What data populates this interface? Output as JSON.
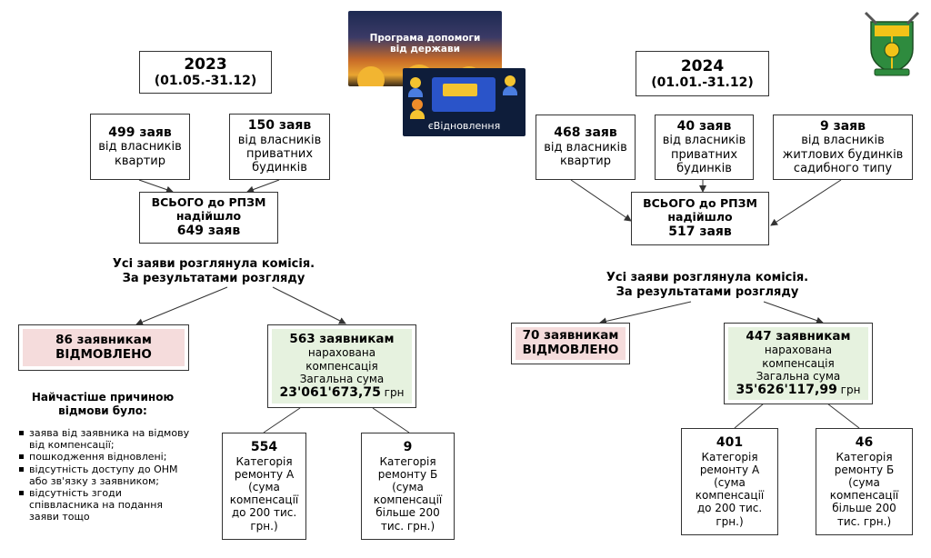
{
  "y2023": {
    "year": "2023",
    "period": "(01.05.-31.12)",
    "src1": {
      "count": "499 заяв",
      "text": "від власників квартир"
    },
    "src2": {
      "count": "150 заяв",
      "text": "від власників приватних будинків"
    },
    "total": {
      "l1": "ВСЬОГО до РПЗМ",
      "l2": "надійшло",
      "l3": "649 заяв"
    },
    "review": {
      "l1": "Усі заяви розглянула комісія.",
      "l2": "За результатами розгляду"
    },
    "denied": {
      "l1": "86 заявникам",
      "l2": "ВІДМОВЛЕНО"
    },
    "granted": {
      "l1": "563 заявникам",
      "l2": "нарахована",
      "l3": "компенсація",
      "l4": "Загальна сума",
      "amount": "23'061'673,75",
      "unit": "грн"
    },
    "catA": {
      "count": "554",
      "l1": "Категорія",
      "l2": "ремонту А",
      "l3": "(сума",
      "l4": "компенсації",
      "l5": "до 200 тис.",
      "l6": "грн.)"
    },
    "catB": {
      "count": "9",
      "l1": "Категорія",
      "l2": "ремонту Б",
      "l3": "(сума",
      "l4": "компенсації",
      "l5": "більше 200",
      "l6": "тис. грн.)"
    },
    "reasons_title": {
      "l1": "Найчастіше причиною",
      "l2": "відмови було:"
    },
    "reasons": [
      "заява від заявника на відмову від компенсації;",
      "пошкодження відновлені;",
      "відсутність доступу до ОНМ або зв'язку з заявником;",
      "відсутність згоди співвласника на подання заяви тощо"
    ]
  },
  "y2024": {
    "year": "2024",
    "period": "(01.01.-31.12)",
    "src1": {
      "count": "468 заяв",
      "text": "від власників квартир"
    },
    "src2": {
      "count": "40 заяв",
      "text": "від власників приватних будинків"
    },
    "src3": {
      "count": "9 заяв",
      "text": "від власників житлових будинків садибного типу"
    },
    "total": {
      "l1": "ВСЬОГО до РПЗМ",
      "l2": "надійшло",
      "l3": "517 заяв"
    },
    "review": {
      "l1": "Усі заяви розглянула комісія.",
      "l2": "За результатами розгляду"
    },
    "denied": {
      "l1": "70 заявникам",
      "l2": "ВІДМОВЛЕНО"
    },
    "granted": {
      "l1": "447 заявникам",
      "l2": "нарахована",
      "l3": "компенсація",
      "l4": "Загальна сума",
      "amount": "35'626'117,99",
      "unit": "грн"
    },
    "catA": {
      "count": "401",
      "l1": "Категорія",
      "l2": "ремонту А",
      "l3": "(сума",
      "l4": "компенсації",
      "l5": "до 200 тис.",
      "l6": "грн.)"
    },
    "catB": {
      "count": "46",
      "l1": "Категорія",
      "l2": "ремонту Б",
      "l3": "(сума",
      "l4": "компенсації",
      "l5": "більше 200",
      "l6": "тис. грн.)"
    }
  },
  "images": {
    "program_title_l1": "Програма допомоги",
    "program_title_l2": "від держави",
    "evidnovlennia": "єВідновлення"
  },
  "colors": {
    "denied_bg": "#f5dcdc",
    "granted_bg": "#e6f2df"
  },
  "icons": {
    "logo": "city-coat-of-arms-icon"
  }
}
